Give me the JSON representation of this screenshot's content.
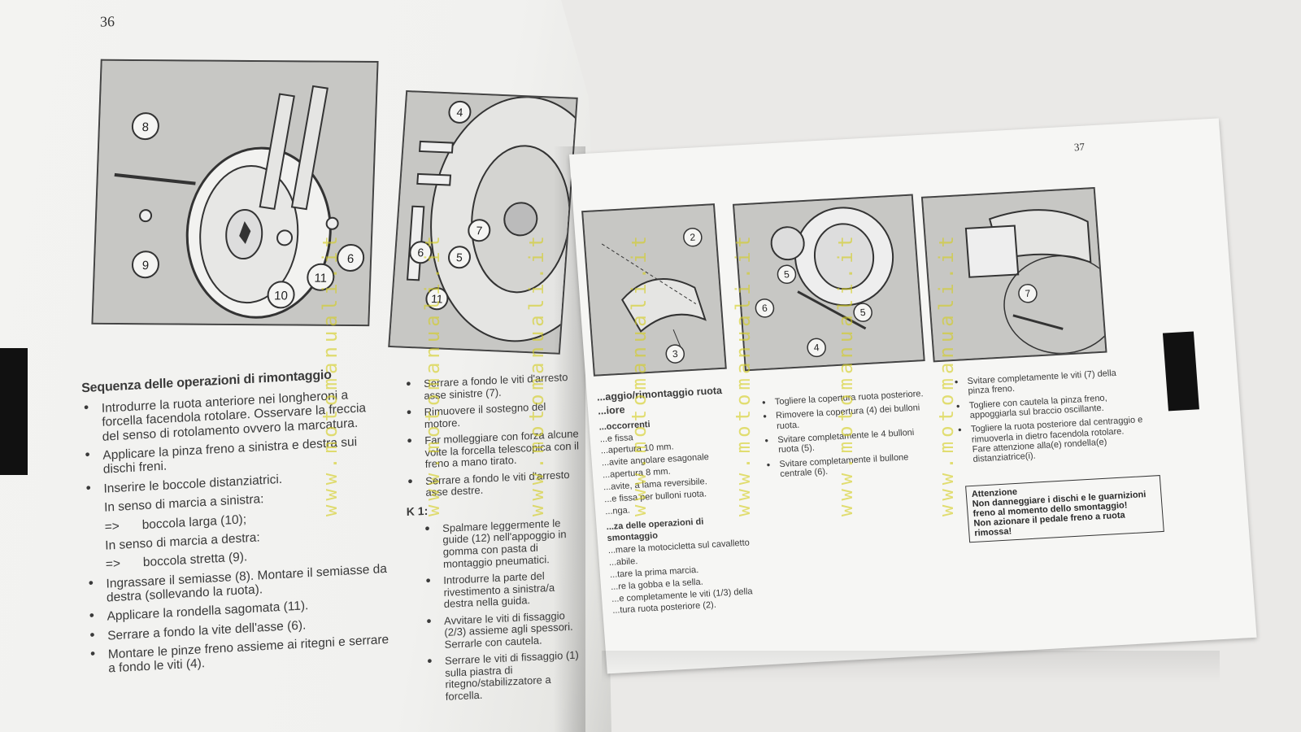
{
  "left_page": {
    "number": "36",
    "fig1_callouts": [
      "8",
      "9",
      "10",
      "11",
      "6"
    ],
    "fig2_callouts": [
      "4",
      "6",
      "5",
      "7",
      "11"
    ],
    "heading": "Sequenza delle operazioni di rimontaggio",
    "col_a": [
      "Introdurre la ruota anteriore nei longheroni a forcella facendola rotolare. Osservare la freccia del senso di rotolamento ovvero la marcatura.",
      "Applicare la pinza freno a sinistra e destra sui dischi freni.",
      "Inserire le boccole distanziatrici.",
      "In senso di marcia a sinistra:",
      "boccola larga (10);",
      "In senso di marcia a destra:",
      "boccola stretta (9).",
      "Ingrassare il semiasse (8). Montare il semiasse da destra (sollevando la ruota).",
      "Applicare la rondella sagomata (11).",
      "Serrare a fondo la vite dell'asse (6).",
      "Montare le pinze freno assieme ai ritegni e serrare a fondo le viti (4)."
    ],
    "arrow": "=>",
    "col_b": [
      "Serrare a fondo le viti d'arresto asse sinistre (7).",
      "Rimuovere il sostegno del motore.",
      "Far molleggiare con forza alcune volte la forcella telescopica con il freno a mano tirato.",
      "Serrare a fondo le viti d'arresto asse destre."
    ],
    "k1_label": "K 1:",
    "col_b_k1": [
      "Spalmare leggermente le guide (12) nell'appoggio in gomma con pasta di montaggio pneumatici.",
      "Introdurre la parte del rivestimento a sinistra/a destra nella guida.",
      "Avvitare le viti di fissaggio (2/3) assieme agli spessori. Serrarle con cautela.",
      "Serrare le viti di fissaggio (1) sulla piastra di ritegno/stabilizzatore a forcella."
    ]
  },
  "right_page": {
    "number": "37",
    "fig3_callouts": [
      "2",
      "3"
    ],
    "fig4_callouts": [
      "5",
      "6",
      "5",
      "4"
    ],
    "fig5_callouts": [
      "7"
    ],
    "col_c_heading": "...aggio/rimontaggio ruota ...iore",
    "col_c_subheading": "...occorrenti",
    "col_c_lines": [
      "...e fissa",
      "...apertura 10 mm.",
      "...avite angolare esagonale",
      "...apertura 8 mm.",
      "...avite, a lama reversibile.",
      "...e fissa per bulloni ruota.",
      "...nga."
    ],
    "col_c_seq_heading": "...za delle operazioni di smontaggio",
    "col_c_seq_lines": [
      "...mare la motocicletta sul cavalletto",
      "...abile.",
      "...tare la prima marcia.",
      "...re la gobba e la sella.",
      "...e completamente le viti (1/3) della",
      "...tura ruota posteriore (2)."
    ],
    "col_d": [
      "Togliere la copertura ruota posteriore.",
      "Rimovere la copertura (4) dei bulloni ruota.",
      "Svitare completamente le 4 bulloni ruota (5).",
      "Svitare completamente il bullone centrale (6)."
    ],
    "col_e": [
      "Svitare completamente le viti (7) della pinza freno.",
      "Togliere con cautela la pinza freno, appoggiarla sul braccio oscillante.",
      "Togliere la ruota posteriore dal centraggio e rimuoverla in dietro facendola rotolare. Fare attenzione alla(e) rondella(e) distanziatrice(i)."
    ],
    "warning_title": "Attenzione",
    "warning_text_1": "Non danneggiare i dischi e le guarnizioni freno al momento dello smontaggio!",
    "warning_text_2": "Non azionare il pedale freno a ruota rimossa!"
  },
  "watermark": "www.motomanuali.it",
  "colors": {
    "watermark": "#d4cd1e",
    "page": "#f3f3f1",
    "text": "#3a3a3a",
    "tab": "#111111"
  }
}
